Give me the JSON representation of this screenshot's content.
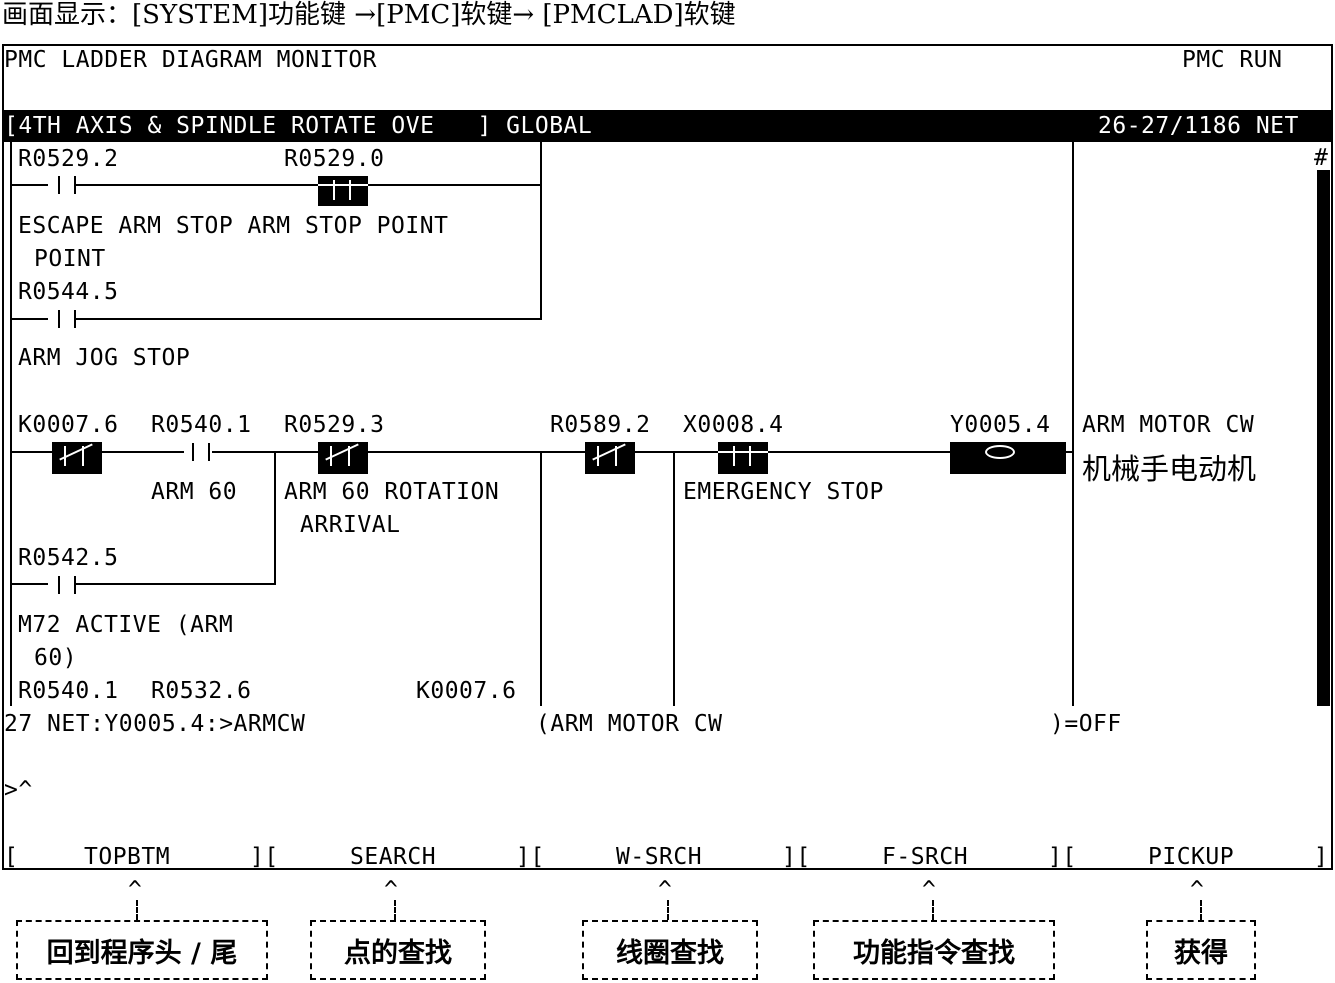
{
  "caption": "画面显示：[SYSTEM]功能键 →[PMC]软键→ [PMCLAD]软键",
  "screen": {
    "title_left": "PMC LADDER DIAGRAM MONITOR",
    "title_right": "PMC RUN",
    "bar_left": "[4TH AXIS & SPINDLE ROTATE OVE   ] GLOBAL",
    "bar_right": "26-27/1186 NET",
    "scroll_mark": "#"
  },
  "ladder": {
    "r0529_2": "R0529.2",
    "r0529_0": "R0529.0",
    "cmt_escape": "ESCAPE ARM STOP ARM STOP POINT",
    "cmt_point": "POINT",
    "r0544_5": "R0544.5",
    "cmt_jog": "ARM JOG STOP",
    "k0007_6": "K0007.6",
    "r0540_1": "R0540.1",
    "r0529_3": "R0529.3",
    "r0589_2": "R0589.2",
    "x0008_4": "X0008.4",
    "y0005_4": "Y0005.4",
    "coil_comment": "ARM MOTOR CW",
    "coil_cn": "机械手电动机",
    "cmt_arm60": "ARM 60",
    "cmt_arm60_rot": "ARM 60 ROTATION",
    "cmt_arrival": "ARRIVAL",
    "cmt_estop": "EMERGENCY STOP",
    "r0542_5": "R0542.5",
    "cmt_m72": "M72 ACTIVE (ARM",
    "cmt_60": "60)",
    "r0540_1b": "R0540.1",
    "r0532_6": "R0532.6",
    "k0007_6b": "K0007.6"
  },
  "status": {
    "net_info": "27 NET:Y0005.4:>ARMCW",
    "net_comment": "(ARM MOTOR CW",
    "net_state": ")=OFF",
    "prompt": ">^"
  },
  "softkeys": [
    {
      "label": "TOPBTM",
      "note": "回到程序头 / 尾"
    },
    {
      "label": "SEARCH",
      "note": "点的查找"
    },
    {
      "label": "W-SRCH",
      "note": "线圈查找"
    },
    {
      "label": "F-SRCH",
      "note": "功能指令查找"
    },
    {
      "label": "PICKUP",
      "note": "获得"
    }
  ],
  "softkey_bracket_left": "[",
  "softkey_bracket_sep": "][",
  "softkey_bracket_right": "]",
  "arrow_glyph": "^",
  "colors": {
    "foreground": "#000000",
    "background": "#ffffff"
  }
}
